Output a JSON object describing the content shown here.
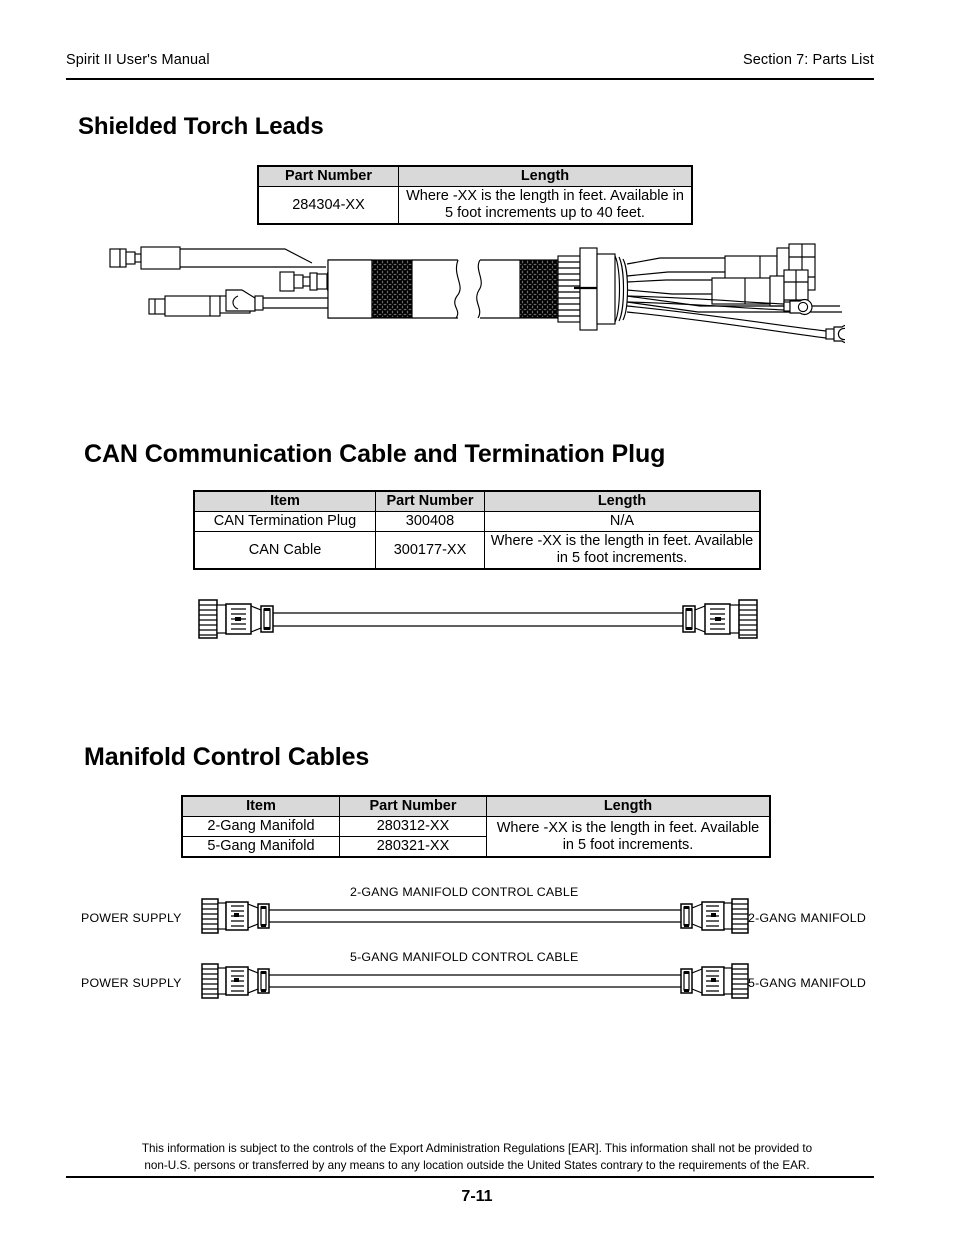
{
  "header": {
    "left": "Spirit II User's Manual",
    "right": "Section 7: Parts List"
  },
  "sections": [
    {
      "heading": "Shielded Torch Leads",
      "table": {
        "columns": [
          "Part Number",
          "Length"
        ],
        "rows": [
          [
            "284304-XX",
            "Where -XX is the length in feet. Available in 5 foot increments up to 40 feet."
          ]
        ]
      },
      "drawing_name": "shielded-torch-leads-assembly"
    },
    {
      "heading": "CAN Communication Cable and Termination Plug",
      "table": {
        "columns": [
          "Item",
          "Part Number",
          "Length"
        ],
        "rows": [
          [
            "CAN Termination Plug",
            "300408",
            "N/A"
          ],
          [
            "CAN Cable",
            "300177-XX",
            "Where -XX is the length in feet. Available in 5 foot increments."
          ]
        ]
      },
      "drawing_name": "can-cable-assembly"
    },
    {
      "heading": "Manifold Control Cables",
      "table": {
        "columns": [
          "Item",
          "Part Number",
          "Length"
        ],
        "rows": [
          [
            "2-Gang Manifold",
            "280312-XX",
            ""
          ],
          [
            "5-Gang Manifold",
            "280321-XX",
            ""
          ]
        ],
        "length_merged": "Where -XX is the length in feet. Available in 5 foot increments."
      },
      "drawing_name": "manifold-control-cable-diagrams"
    }
  ],
  "diagrams": {
    "manifold_2gang": {
      "left_label": "POWER SUPPLY",
      "cable_label": "2-GANG MANIFOLD CONTROL CABLE",
      "right_label": "2-GANG MANIFOLD"
    },
    "manifold_5gang": {
      "left_label": "POWER SUPPLY",
      "cable_label": "5-GANG MANIFOLD CONTROL CABLE",
      "right_label": "5-GANG MANIFOLD"
    }
  },
  "footer": {
    "disclaimer_line1": "This information is subject to the controls of the Export Administration Regulations [EAR].  This information shall not be provided to",
    "disclaimer_line2": "non-U.S. persons or transferred by any means to any location outside the United States contrary to the requirements of the EAR.",
    "page_number": "7-11"
  },
  "colors": {
    "table_header_fill": "#d9d9d9",
    "line": "#000000",
    "page_background": "#ffffff"
  }
}
